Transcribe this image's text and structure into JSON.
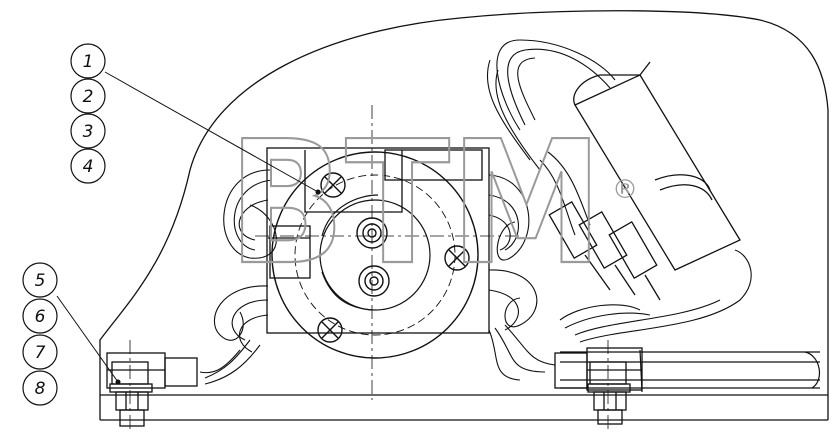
{
  "callouts": [
    {
      "label": "1"
    },
    {
      "label": "2"
    },
    {
      "label": "3"
    },
    {
      "label": "4"
    },
    {
      "label": "5"
    },
    {
      "label": "6"
    },
    {
      "label": "7"
    },
    {
      "label": "8"
    }
  ],
  "watermark": {
    "text": "BTM",
    "mark": "®"
  },
  "colors": {
    "line": "#111111",
    "watermark": "#9a9a9a",
    "background": "#ffffff"
  }
}
